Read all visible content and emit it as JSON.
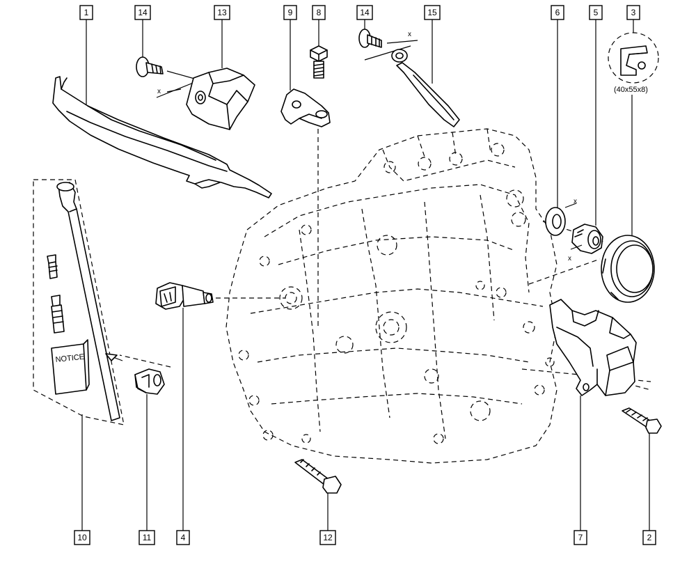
{
  "callouts": {
    "c1": "1",
    "c2": "2",
    "c3": "3",
    "c4": "4",
    "c5": "5",
    "c6": "6",
    "c7": "7",
    "c8": "8",
    "c9": "9",
    "c10": "10",
    "c11": "11",
    "c12": "12",
    "c13": "13",
    "c14a": "14",
    "c14b": "14",
    "c15": "15"
  },
  "seal_size": "(40x55x8)",
  "dimension_mark": "x",
  "notice_label": "NOTICE"
}
